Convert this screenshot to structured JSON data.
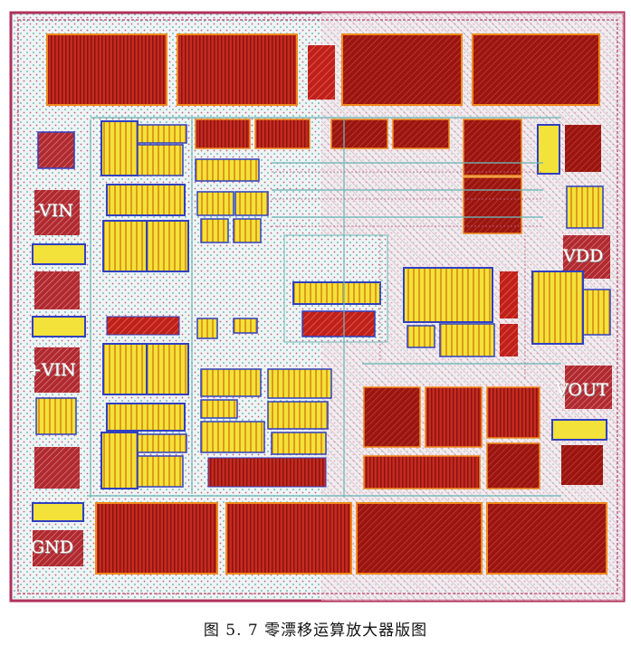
{
  "layout": {
    "pins": {
      "minus_vin": "-VIN",
      "plus_vin": "+VIN",
      "vdd": "VDD",
      "vout": "VOUT",
      "gnd": "GND"
    },
    "colors": {
      "metal_red": "#c0201a",
      "metal_dark": "#8b1010",
      "poly_yellow": "#f2e23a",
      "active_orange": "#f08a1a",
      "well_blue": "#3040c0",
      "hatch_cyan": "#6fb7b7",
      "hatch_magenta": "#c06080",
      "border_magenta": "#b0305a"
    }
  },
  "caption": "图 5. 7  零漂移运算放大器版图"
}
